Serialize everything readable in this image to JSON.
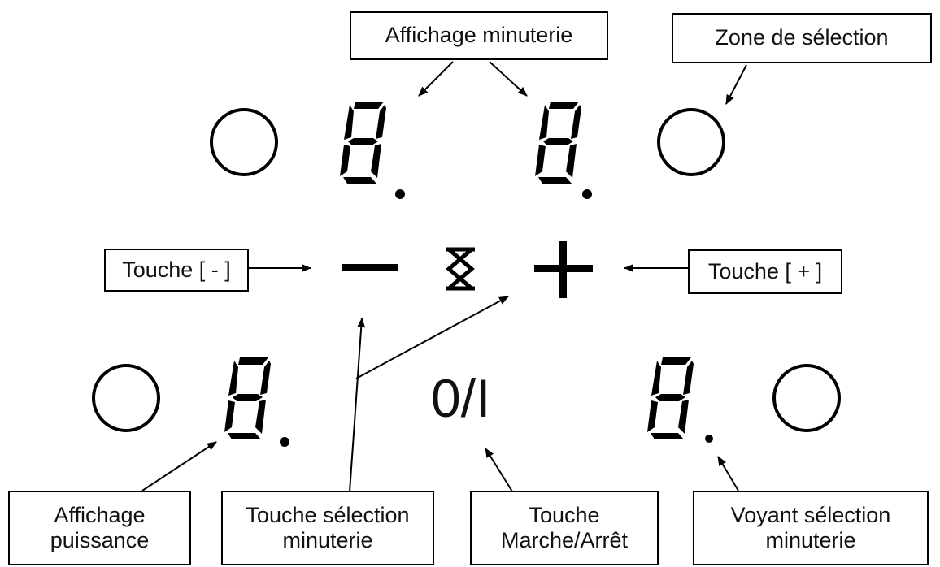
{
  "labels": {
    "affichage_minuterie": "Affichage minuterie",
    "zone_selection": "Zone de sélection",
    "touche_moins": "Touche [ - ]",
    "touche_plus": "Touche [ + ]",
    "affichage_puissance": "Affichage\npuissance",
    "touche_selection_minuterie": "Touche sélection\nminuterie",
    "touche_marche_arret": "Touche\nMarche/Arrêt",
    "voyant_selection_minuterie": "Voyant sélection\nminuterie"
  },
  "panel": {
    "onoff_text": "0/I"
  },
  "colors": {
    "ink": "#000000",
    "background": "#ffffff"
  },
  "icons": [
    "selection-zone-circle",
    "seven-segment-digit",
    "minus-icon",
    "plus-icon",
    "hourglass-icon"
  ]
}
